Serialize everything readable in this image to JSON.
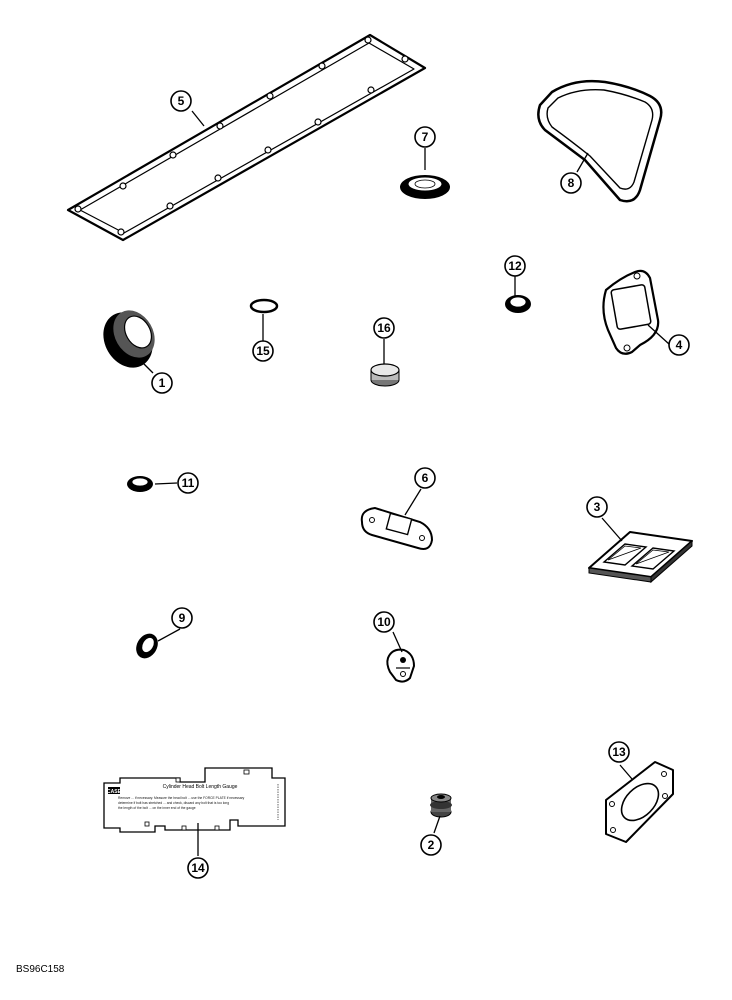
{
  "figure_code": "BS96C158",
  "callouts": {
    "1": "1",
    "2": "2",
    "3": "3",
    "4": "4",
    "5": "5",
    "6": "6",
    "7": "7",
    "8": "8",
    "9": "9",
    "10": "10",
    "11": "11",
    "12": "12",
    "13": "13",
    "14": "14",
    "15": "15",
    "16": "16"
  },
  "gauge": {
    "logo": "CASE",
    "title": "Cylinder Head Bolt Length Gauge",
    "fine_print_1": "Remove ... if necessary. Measure the head bolt ... use the FORCE PLATE if necessary",
    "fine_print_2": "determine if bolt has stretched ... and check, discard any bolt that is too long",
    "fine_print_3": "the length of the bolt ... on the inner end of the gauge"
  }
}
